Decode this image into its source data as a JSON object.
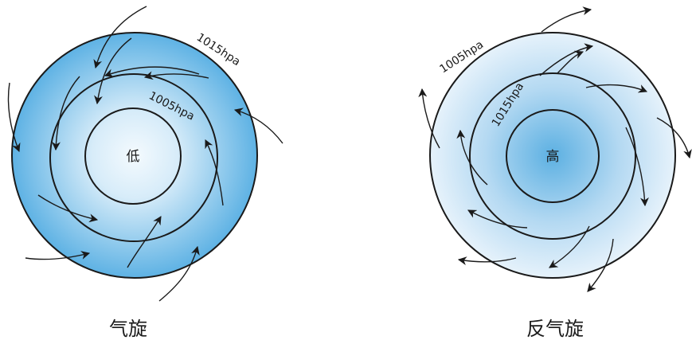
{
  "cyclone": {
    "center": "低",
    "inner_isobar": "1005hpa",
    "outer_isobar": "1015hpa",
    "caption": "气旋",
    "colors": {
      "center": "#f4fafe",
      "edge": "#5eb2e4"
    }
  },
  "anticyclone": {
    "center": "高",
    "inner_isobar": "1015hpa",
    "outer_isobar": "1005hpa",
    "caption": "反气旋",
    "colors": {
      "center": "#5cb0e2",
      "edge": "#e6f2fb"
    }
  }
}
